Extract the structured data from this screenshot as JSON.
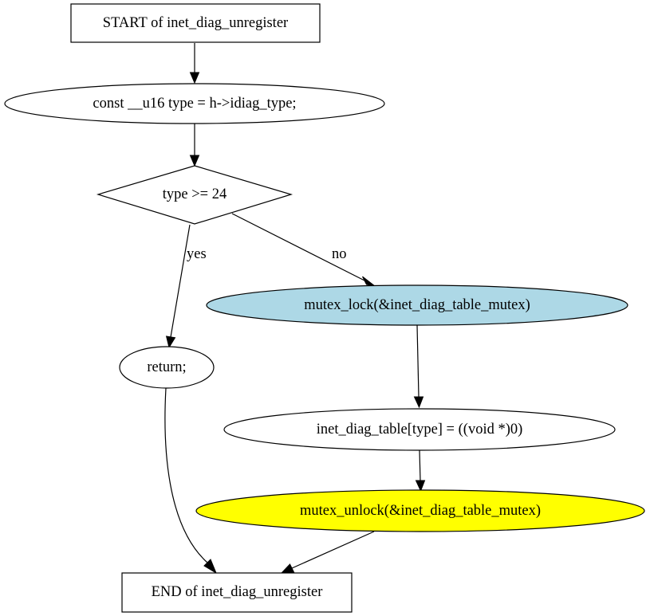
{
  "flowchart": {
    "nodes": {
      "start": {
        "label": "START of inet_diag_unregister",
        "shape": "box",
        "fill": "#ffffff"
      },
      "decl": {
        "label": "const __u16 type = h->idiag_type;",
        "shape": "ellipse",
        "fill": "#ffffff"
      },
      "cond": {
        "label": "type >= 24",
        "shape": "diamond",
        "fill": "#ffffff"
      },
      "lock": {
        "label": "mutex_lock(&inet_diag_table_mutex)",
        "shape": "ellipse",
        "fill": "#add8e6"
      },
      "ret": {
        "label": "return;",
        "shape": "ellipse",
        "fill": "#ffffff"
      },
      "assign": {
        "label": "inet_diag_table[type] = ((void *)0)",
        "shape": "ellipse",
        "fill": "#ffffff"
      },
      "unlock": {
        "label": "mutex_unlock(&inet_diag_table_mutex)",
        "shape": "ellipse",
        "fill": "#ffff00"
      },
      "end": {
        "label": "END of inet_diag_unregister",
        "shape": "box",
        "fill": "#ffffff"
      }
    },
    "edges": {
      "yes_label": "yes",
      "no_label": "no"
    }
  }
}
